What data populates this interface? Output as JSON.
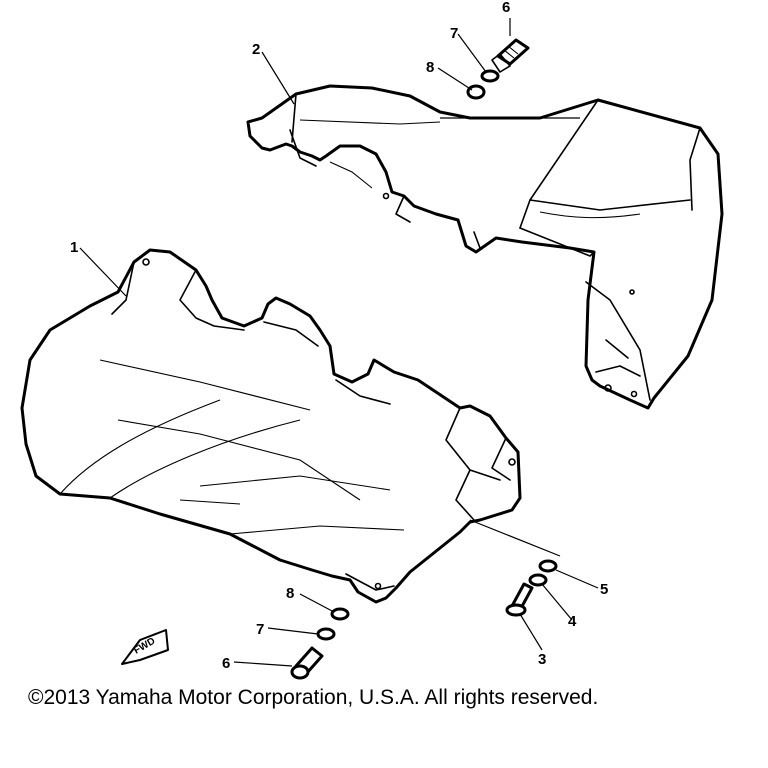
{
  "callouts": {
    "part1": "1",
    "part2": "2",
    "part3": "3",
    "part4": "4",
    "part5": "5",
    "part6_top": "6",
    "part6_bottom": "6",
    "part7_top": "7",
    "part7_bottom": "7",
    "part8_top": "8",
    "part8_bottom": "8"
  },
  "fwd_label": "FWD",
  "copyright": "©2013 Yamaha Motor Corporation, U.S.A. All rights reserved."
}
